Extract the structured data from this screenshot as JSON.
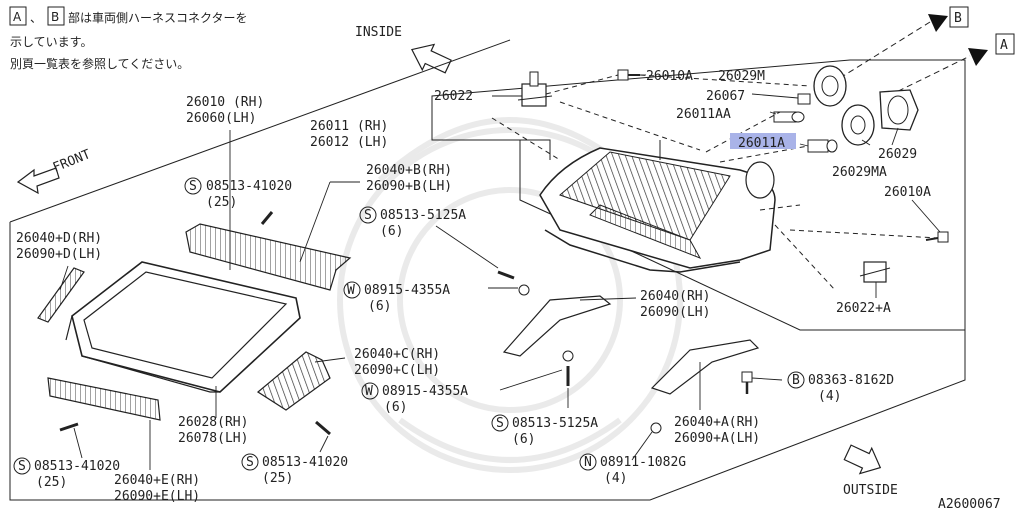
{
  "note": {
    "line1": "部は車両側ハーネスコネクターを",
    "line2": "示しています。",
    "line3": "別頁一覧表を参照してください。",
    "box_a": "A",
    "box_b": "B",
    "sep": "、"
  },
  "directions": {
    "inside": "INSIDE",
    "front": "FRONT",
    "outside": "OUTSIDE"
  },
  "callouts": {
    "b": "B",
    "a": "A"
  },
  "labels": {
    "p26010a_top": "26010A",
    "p26029m": "26029M",
    "p26022": "26022",
    "p26067": "26067",
    "p26011aa": "26011AA",
    "p26011a": "26011A",
    "p26029": "26029",
    "p26029ma": "26029MA",
    "p26010a_right": "26010A",
    "p26022a": "26022+A",
    "p26010_1": "26010 (RH)",
    "p26010_2": "26060(LH)",
    "p26011_1": "26011 (RH)",
    "p26011_2": "26012 (LH)",
    "p26040b_1": "26040+B(RH)",
    "p26040b_2": "26090+B(LH)",
    "s08513_a1": "08513-41020",
    "s08513_a2": "(25)",
    "s08513_b1": "08513-5125A",
    "s08513_b2": "(6)",
    "p26040d_1": "26040+D(RH)",
    "p26040d_2": "26090+D(LH)",
    "w08915_a1": "08915-4355A",
    "w08915_a2": "(6)",
    "p26040_1": "26040(RH)",
    "p26040_2": "26090(LH)",
    "p26040c_1": "26040+C(RH)",
    "p26040c_2": "26090+C(LH)",
    "w08915_b1": "08915-4355A",
    "w08915_b2": "(6)",
    "b08363_1": "08363-8162D",
    "b08363_2": "(4)",
    "p26028_1": "26028(RH)",
    "p26028_2": "26078(LH)",
    "s08513_c1": "08513-5125A",
    "s08513_c2": "(6)",
    "p26040a_1": "26040+A(RH)",
    "p26040a_2": "26090+A(LH)",
    "s08513_d1": "08513-41020",
    "s08513_d2": "(25)",
    "p26040e_1": "26040+E(RH)",
    "p26040e_2": "26090+E(LH)",
    "s08513_e1": "08513-41020",
    "s08513_e2": "(25)",
    "n08911_1": "08911-1082G",
    "n08911_2": "(4)",
    "diagram_id": "A2600067"
  },
  "symbols": {
    "s": "S",
    "w": "W",
    "b": "B",
    "n": "N"
  },
  "colors": {
    "line": "#222222",
    "highlight": "#a9b3e8"
  }
}
